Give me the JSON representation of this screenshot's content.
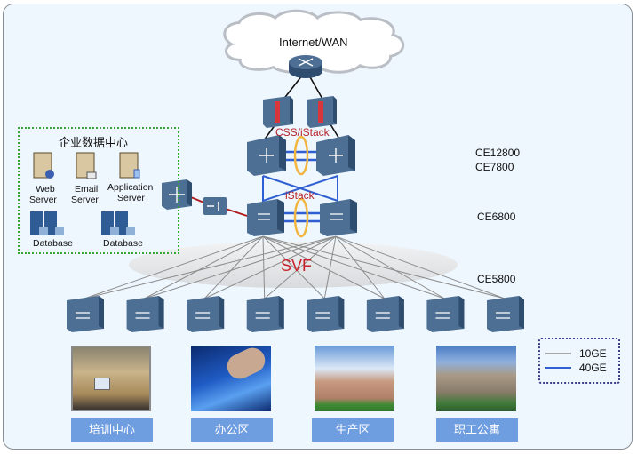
{
  "diagram": {
    "internet": {
      "label": "Internet/WAN",
      "icon": "router-icon"
    },
    "core_stack_label": "CSS/iStack",
    "agg_stack_label": "iStack",
    "fabric_label": "SVF",
    "tiers": [
      {
        "id": "core",
        "labels": [
          "CE12800",
          "CE7800"
        ]
      },
      {
        "id": "aggregation",
        "labels": [
          "CE6800"
        ]
      },
      {
        "id": "access",
        "labels": [
          "CE5800"
        ]
      }
    ],
    "data_center": {
      "title": "企业数据中心",
      "servers": [
        {
          "line1": "Web",
          "line2": "Server",
          "icon": "web-server-icon"
        },
        {
          "line1": "Email",
          "line2": "Server",
          "icon": "email-server-icon"
        },
        {
          "line1": "Application",
          "line2": "Server",
          "icon": "application-server-icon"
        }
      ],
      "databases": [
        {
          "label": "Database",
          "icon": "database-icon"
        },
        {
          "label": "Database",
          "icon": "database-icon"
        }
      ]
    },
    "access_switch_count": 8,
    "areas": [
      {
        "label": "培训中心",
        "photo": "training-room-photo"
      },
      {
        "label": "办公区",
        "photo": "keyboard-photo"
      },
      {
        "label": "生产区",
        "photo": "building-photo"
      },
      {
        "label": "职工公寓",
        "photo": "apartment-photo"
      }
    ],
    "legend": [
      {
        "label": "10GE",
        "color": "#8c8c8c"
      },
      {
        "label": "40GE",
        "color": "#2f5fd0"
      }
    ],
    "colors": {
      "background": "#eef6fe",
      "device": "#4d6f94",
      "device_dark": "#2f4d6e",
      "stack_text": "#b4242a",
      "ring": "#f2b640",
      "link_40ge": "#2f5fd0",
      "link_10ge": "#8c8c8c",
      "dc_border": "#3aa33a",
      "area_button": "#6e9de0"
    }
  }
}
